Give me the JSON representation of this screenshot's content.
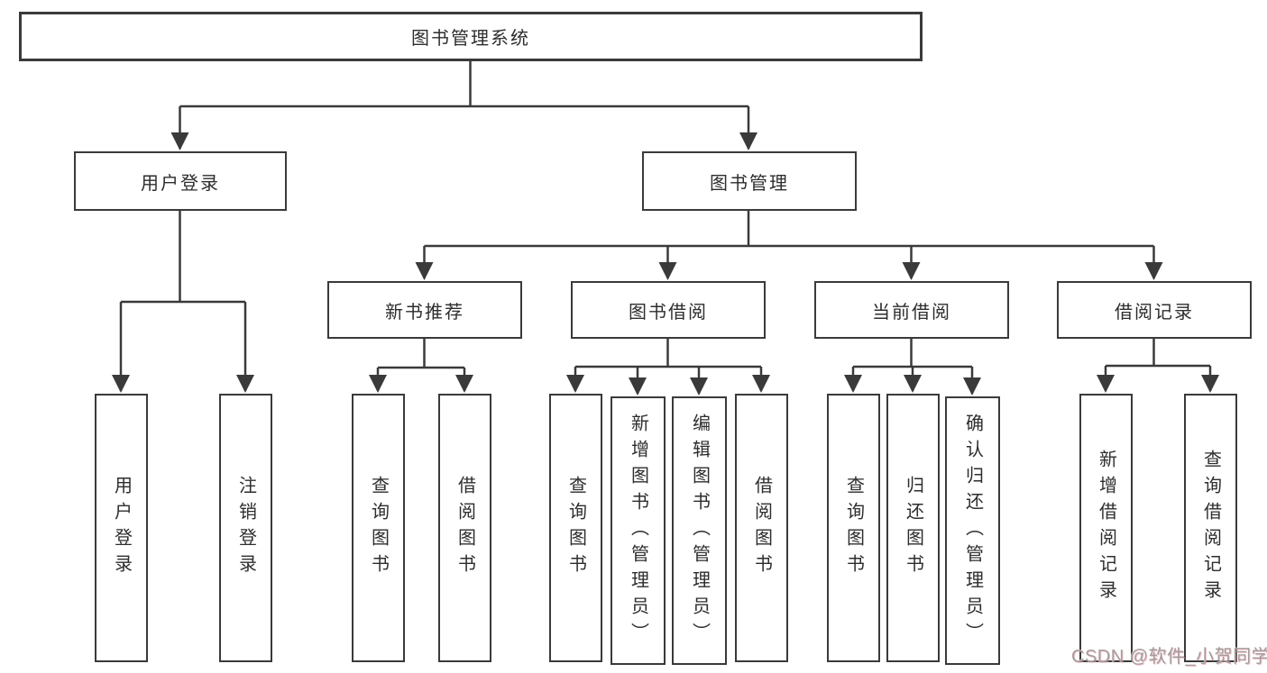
{
  "colors": {
    "line": "#3a3a3a",
    "box_border": "#3a3a3a",
    "text": "#2d2d2d",
    "watermark": "#a39c9d",
    "watermark_accent": "#e9949c"
  },
  "tree": {
    "label": "图书管理系统",
    "children": [
      {
        "label": "用户登录",
        "children": [
          {
            "label": "用户登录"
          },
          {
            "label": "注销登录"
          }
        ]
      },
      {
        "label": "图书管理",
        "children": [
          {
            "label": "新书推荐",
            "children": [
              {
                "label": "查询图书"
              },
              {
                "label": "借阅图书"
              }
            ]
          },
          {
            "label": "图书借阅",
            "children": [
              {
                "label": "查询图书"
              },
              {
                "label": "新增图书（管理员）"
              },
              {
                "label": "编辑图书（管理员）"
              },
              {
                "label": "借阅图书"
              }
            ]
          },
          {
            "label": "当前借阅",
            "children": [
              {
                "label": "查询图书"
              },
              {
                "label": "归还图书"
              },
              {
                "label": "确认归还（管理员）"
              }
            ]
          },
          {
            "label": "借阅记录",
            "children": [
              {
                "label": "新增借阅记录"
              },
              {
                "label": "查询借阅记录"
              }
            ]
          }
        ]
      }
    ]
  },
  "watermark": {
    "text": "CSDN @软件_小贺同学"
  }
}
